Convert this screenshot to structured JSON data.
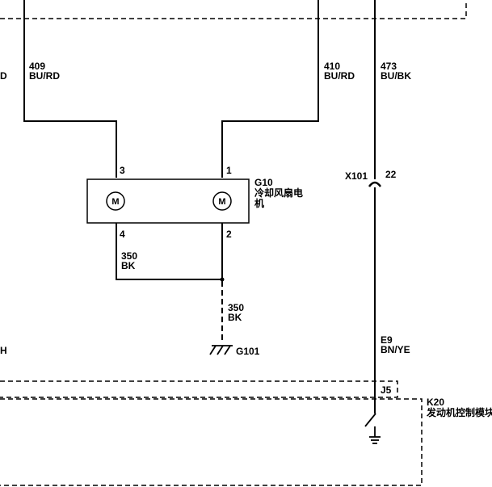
{
  "wires": {
    "w409": {
      "circuit": "409",
      "color": "BU/RD"
    },
    "w410": {
      "circuit": "410",
      "color": "BU/RD"
    },
    "w473": {
      "circuit": "473",
      "color": "BU/BK"
    },
    "w350a": {
      "circuit": "350",
      "color": "BK"
    },
    "w350b": {
      "circuit": "350",
      "color": "BK"
    },
    "wE9": {
      "circuit": "E9",
      "color": "BN/YE"
    },
    "left_cut_top": "D",
    "left_cut_bottom": "H"
  },
  "motor": {
    "ref": "G10",
    "name_line1": "冷却风扇电",
    "name_line2": "机",
    "symbol": "M",
    "pins": {
      "p3": "3",
      "p1": "1",
      "p4": "4",
      "p2": "2"
    }
  },
  "connector": {
    "ref": "X101",
    "pin": "22"
  },
  "ground": {
    "ref": "G101",
    "icon": "chassis-ground-icon"
  },
  "module": {
    "ref": "K20",
    "name": "发动机控制模块",
    "pin": "J5",
    "icon": "module-ground-icon"
  }
}
